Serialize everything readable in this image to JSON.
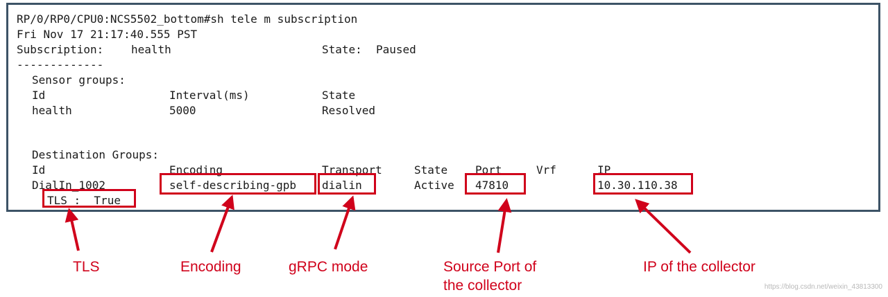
{
  "terminal": {
    "prompt_line": "RP/0/RP0/CPU0:NCS5502_bottom#sh tele m subscription",
    "timestamp_line": "Fri Nov 17 21:17:40.555 PST",
    "subscription_label": "Subscription:",
    "subscription_name": "health",
    "state_label": "State:",
    "state_value": "Paused",
    "separator": "-------------",
    "sensor_groups": {
      "heading": "Sensor groups:",
      "columns": {
        "id": "Id",
        "interval": "Interval(ms)",
        "state": "State"
      },
      "row": {
        "id": "health",
        "interval": "5000",
        "state": "Resolved"
      }
    },
    "destination_groups": {
      "heading": "Destination Groups:",
      "columns": {
        "id": "Id",
        "encoding": "Encoding",
        "transport": "Transport",
        "state": "State",
        "port": "Port",
        "vrf": "Vrf",
        "ip": "IP"
      },
      "row": {
        "id": "DialIn_1002",
        "encoding": "self-describing-gpb",
        "transport": "dialin",
        "state": "Active",
        "port": "47810",
        "vrf": "",
        "ip": "10.30.110.38"
      },
      "tls_line": "TLS :  True"
    }
  },
  "callouts": {
    "tls": "TLS",
    "encoding": "Encoding",
    "grpc_mode": "gRPC mode",
    "source_port": "Source Port of\nthe collector",
    "ip_collector": "IP of the collector"
  },
  "colors": {
    "highlight": "#d0021b",
    "terminal_border": "#3d5366",
    "text": "#1a1a1a"
  },
  "watermark": "https://blog.csdn.net/weixin_43813300"
}
